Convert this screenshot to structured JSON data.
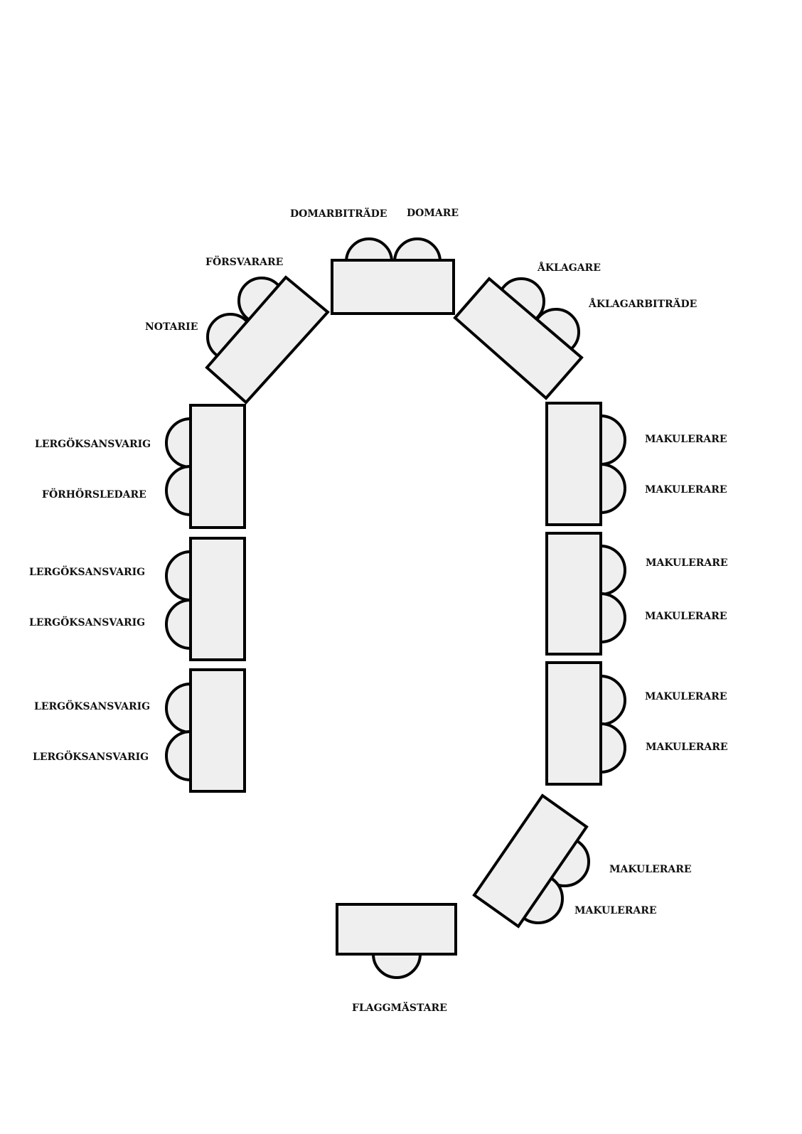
{
  "diagram": {
    "colors": {
      "furniture_fill": "#efefef",
      "outline": "#000000"
    },
    "seats": {
      "domarbitrade": "DOMARBITRÄDE",
      "domare": "DOMARE",
      "forsvarare": "FÖRSVARARE",
      "notarie": "NOTARIE",
      "aklagare": "ÅKLAGARE",
      "aklagarbitrade": "ÅKLAGARBITRÄDE",
      "left": [
        "LERGÖKSANSVARIG",
        "FÖRHÖRSLEDARE",
        "LERGÖKSANSVARIG",
        "LERGÖKSANSVARIG",
        "LERGÖKSANSVARIG",
        "LERGÖKSANSVARIG"
      ],
      "right": [
        "MAKULERARE",
        "MAKULERARE",
        "MAKULERARE",
        "MAKULERARE",
        "MAKULERARE",
        "MAKULERARE",
        "MAKULERARE",
        "MAKULERARE"
      ],
      "flaggmastare": "FLAGGMÄSTARE"
    }
  }
}
